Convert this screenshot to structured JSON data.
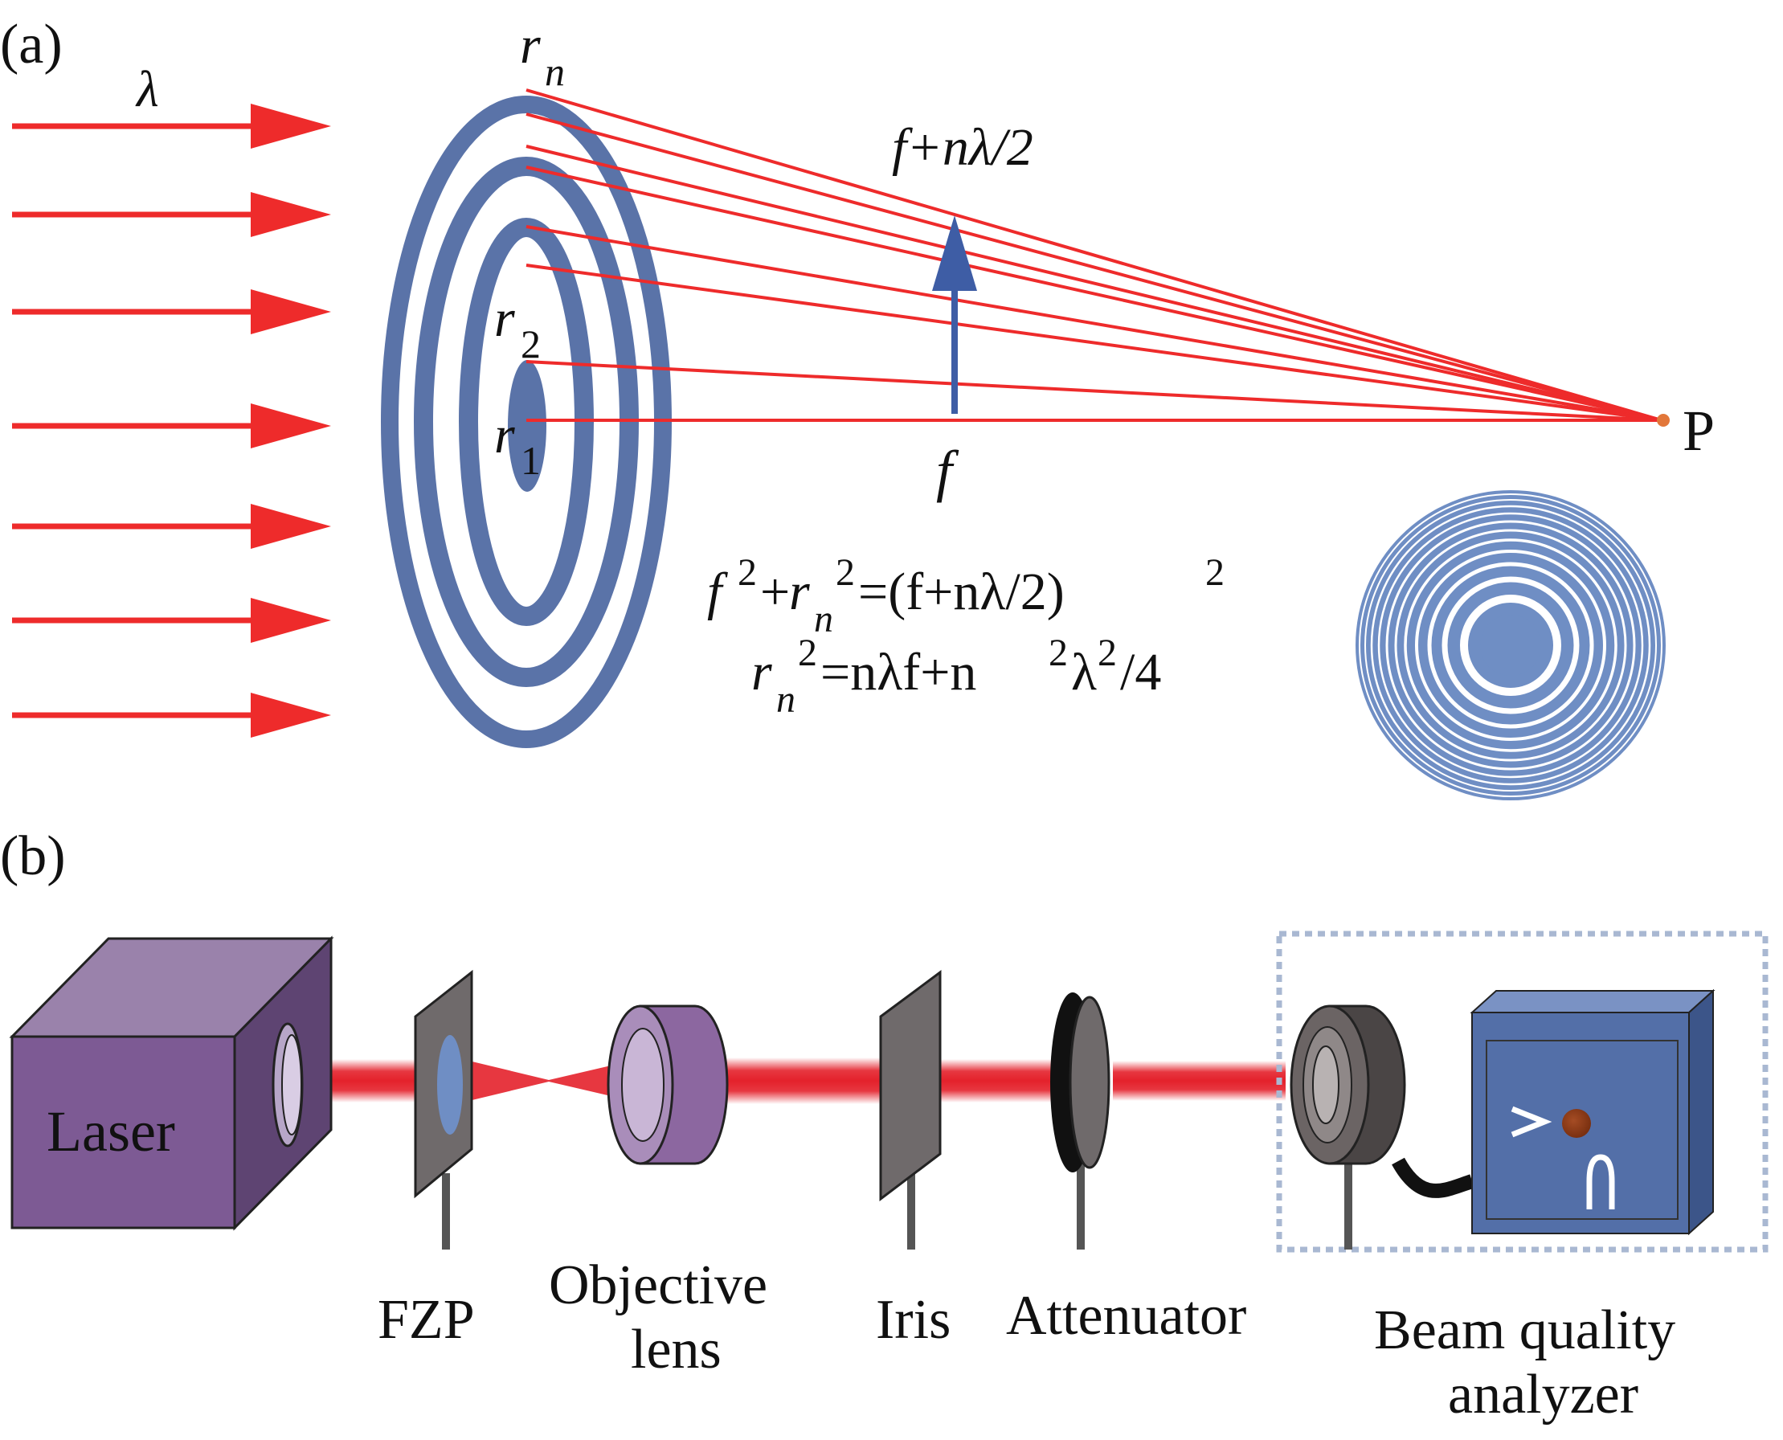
{
  "panel_a": {
    "label": "(a)",
    "wavelength_symbol": "λ",
    "radius_labels": {
      "rn": {
        "base": "r",
        "sub": "n"
      },
      "r2": {
        "base": "r",
        "sub": "2"
      },
      "r1": {
        "base": "r",
        "sub": "1"
      }
    },
    "path_length_label": "f+nλ/2",
    "focal_label": "f",
    "focus_point_label": "P",
    "equation_1": {
      "f": "f",
      "sq1": "2",
      "plus": "+",
      "r": "r",
      "n": "n",
      "sq2": "2",
      "rhs": "=(f+nλ/2)",
      "sq3": "2"
    },
    "equation_2": {
      "r": "r",
      "n": "n",
      "sq1": "2",
      "rhs_a": "=nλf+n",
      "sq2": "2",
      "rhs_b": "λ",
      "sq3": "2",
      "rhs_c": "/4"
    },
    "colors": {
      "ray": "#ee2b2b",
      "zone": "#5a73a8",
      "arrow": "#3e5da5",
      "focus_dot": "#e2773a"
    }
  },
  "panel_b": {
    "label": "(b)",
    "components": {
      "laser": "Laser",
      "fzp": "FZP",
      "objective_line1": "Objective",
      "objective_line2": "lens",
      "iris": "Iris",
      "attenuator": "Attenuator",
      "analyzer_line1": "Beam quality",
      "analyzer_line2": "analyzer"
    },
    "colors": {
      "laser_box": "#7d5a94",
      "objective": "#8c67a0",
      "plate": "#6f6a6b",
      "analyzer": "#536fa8",
      "beam": "#e4212b"
    }
  }
}
